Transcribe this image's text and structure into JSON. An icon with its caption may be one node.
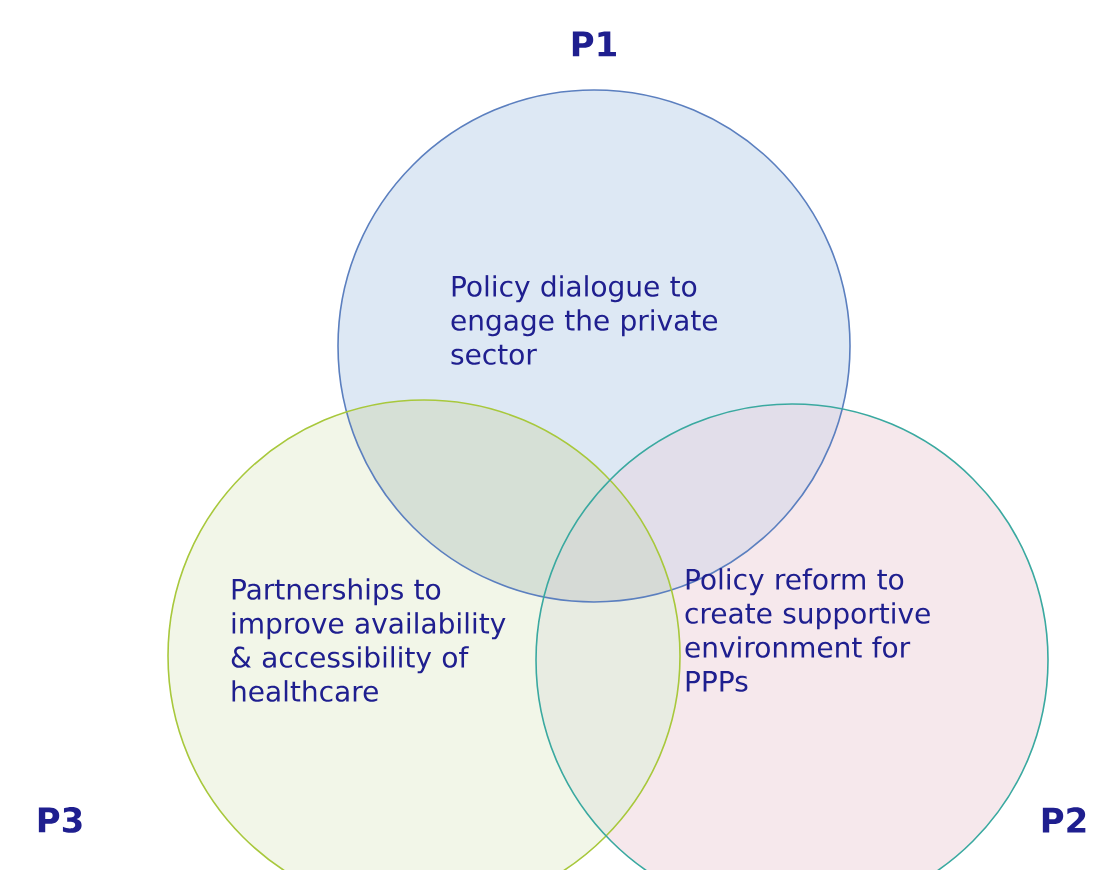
{
  "diagram": {
    "nodes": [
      {
        "text": [
          "Policy dialogue to engage the private sector"
        ],
        "beside": [
          "P1"
        ]
      },
      {
        "text": [
          "Partnerships to improve availability & accessibility of healthcare"
        ],
        "beside": [
          "P3"
        ]
      },
      {
        "text": [
          "Policy reform to create supportive environment for PPPs"
        ],
        "beside": [
          "P2"
        ]
      }
    ]
  }
}
